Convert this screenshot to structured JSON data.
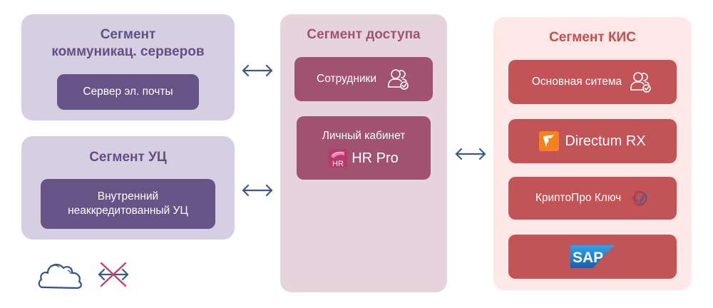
{
  "segments": {
    "comm": {
      "title_line1": "Сегмент",
      "title_line2": "коммуникац. серверов",
      "items": [
        {
          "label": "Сервер эл. почты"
        }
      ]
    },
    "ca": {
      "title": "Сегмент УЦ",
      "items": [
        {
          "label_line1": "Внутренний",
          "label_line2": "неаккредитованный УЦ"
        }
      ]
    },
    "access": {
      "title": "Сегмент доступа",
      "items": [
        {
          "label": "Сотрудники",
          "icon": "users-check-icon"
        },
        {
          "label": "Личный кабинет",
          "product": "HR Pro",
          "logo_text": "HR"
        }
      ]
    },
    "kis": {
      "title": "Сегмент КИС",
      "items": [
        {
          "label": "Основная ситема",
          "icon": "users-check-icon"
        },
        {
          "label": "Directum RX",
          "icon": "directum-logo-icon"
        },
        {
          "label": "КриптоПро Ключ",
          "icon": "cryptopro-signature-icon"
        },
        {
          "label": "SAP",
          "icon": "sap-logo-icon"
        }
      ]
    }
  },
  "legend": {
    "cloud": "cloud-icon",
    "no_connection": "blocked-bidirectional-arrow-icon"
  },
  "colors": {
    "arrow": "#3d5a87",
    "cross": "#c8426f",
    "directum_orange": "#f5821f",
    "sap_blue": "#1b75c2",
    "cryptopro_red": "#e0303c"
  }
}
